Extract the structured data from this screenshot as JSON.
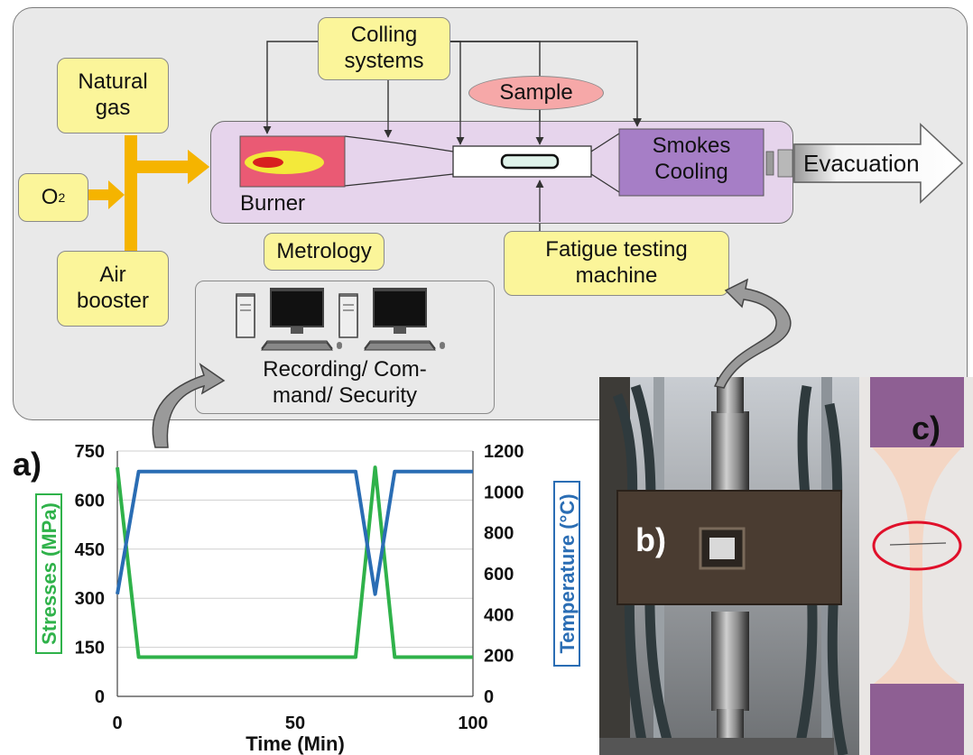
{
  "diagram": {
    "colling_systems": "Colling\nsystems",
    "sample": "Sample",
    "natural_gas": "Natural\ngas",
    "o2_main": "O",
    "o2_sub": "2",
    "air_booster": "Air\nbooster",
    "burner": "Burner",
    "smokes_cooling": "Smokes\nCooling",
    "evacuation": "Evacuation",
    "metrology": "Metrology",
    "fatigue": "Fatigue testing\nmachine",
    "recording": "Recording/ Com-\nmand/ Security"
  },
  "panel_labels": {
    "a": "a)",
    "b": "b)",
    "c": "c)"
  },
  "colors": {
    "stress": "#2fb24a",
    "temperature": "#2a6db4",
    "yellow": "#fbf59a",
    "chamber": "#e6d4ec"
  },
  "chart_data": {
    "type": "line",
    "xlabel": "Time (Min)",
    "ylabel_left": "Stresses (MPa)",
    "ylabel_right": "Temperature (°C)",
    "xlim": [
      0,
      100
    ],
    "ylim_left": [
      0,
      750
    ],
    "ylim_right": [
      0,
      1200
    ],
    "x_ticks": [
      "0",
      "50",
      "100"
    ],
    "y_ticks_left": [
      "0",
      "150",
      "300",
      "450",
      "600",
      "750"
    ],
    "y_ticks_right": [
      "0",
      "200",
      "400",
      "600",
      "800",
      "1000",
      "1200"
    ],
    "grid": "horizontal",
    "series": [
      {
        "name": "Stresses (MPa)",
        "axis": "left",
        "x": [
          0,
          6,
          67,
          72.5,
          78,
          100
        ],
        "y": [
          700,
          120,
          120,
          700,
          120,
          120
        ]
      },
      {
        "name": "Temperature (°C)",
        "axis": "right",
        "x": [
          0,
          6,
          67,
          72.5,
          78,
          100
        ],
        "y": [
          500,
          1100,
          1100,
          500,
          1100,
          1100
        ]
      }
    ]
  }
}
